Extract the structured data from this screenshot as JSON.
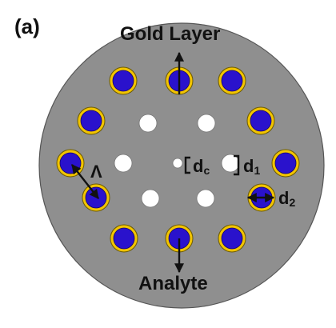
{
  "figure": {
    "panel_label": "(a)",
    "labels": {
      "gold_layer": "Gold Layer",
      "analyte": "Analyte",
      "pitch": "Λ",
      "dc": "d",
      "dc_sub": "c",
      "d1": "d",
      "d1_sub": "1",
      "d2": "d",
      "d2_sub": "2"
    },
    "colors": {
      "fiber": "#8f8f8f",
      "gold": "#f2c400",
      "core_fill": "#2a12cc",
      "air_hole": "#ffffff",
      "arrow": "#111111"
    },
    "counts": {
      "gold_coated_channels": 12,
      "air_holes": 7
    }
  }
}
